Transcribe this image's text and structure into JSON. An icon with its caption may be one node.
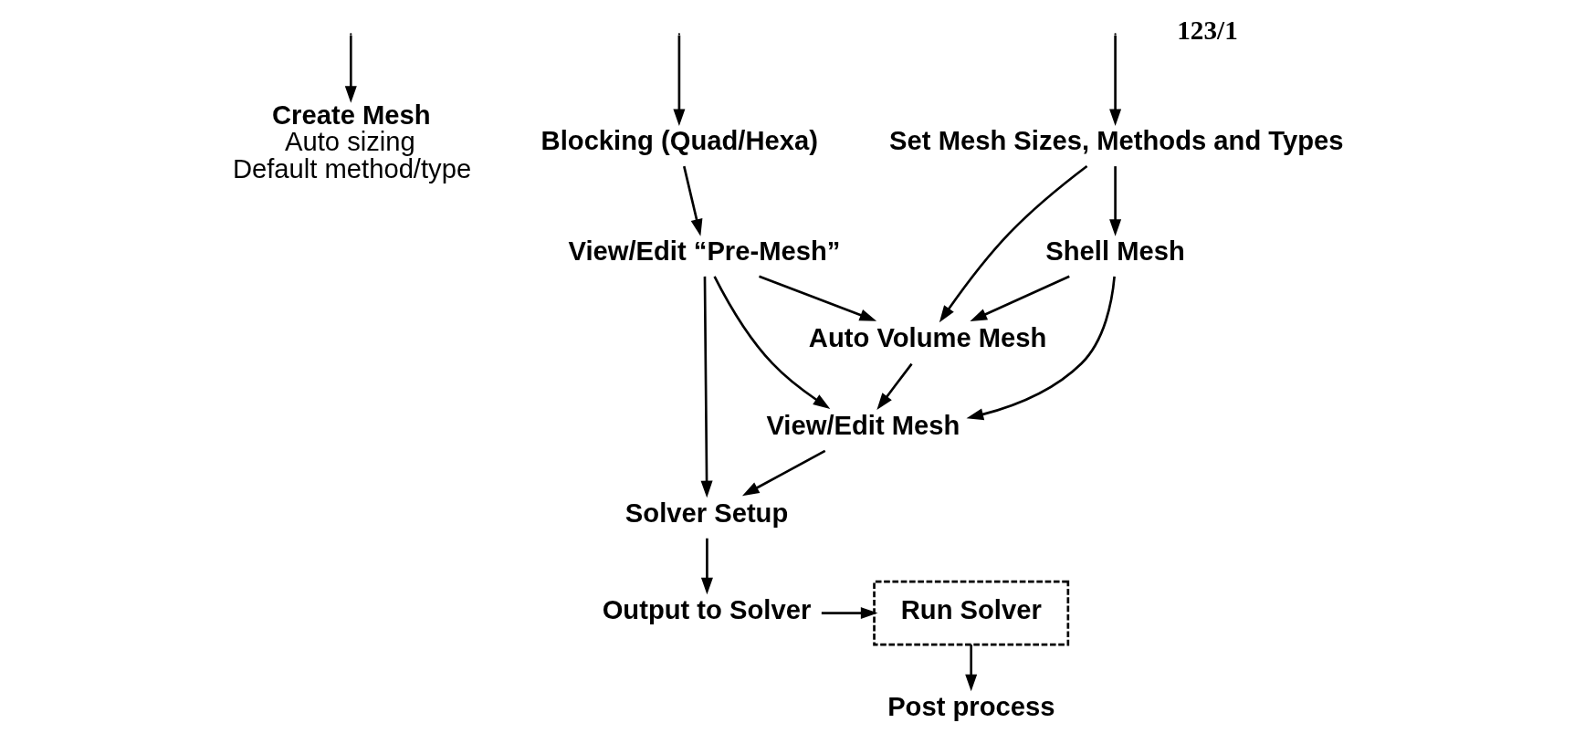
{
  "diagram": {
    "nodes": [
      {
        "text": [
          "Create Mesh",
          "Auto sizing",
          "Default method/type"
        ]
      },
      {
        "text": [
          "Set Mesh Sizes, Methods and Types"
        ]
      },
      {
        "text": [
          "Blocking (Quad/Hexa)"
        ]
      },
      {
        "text": [
          "View/Edit “Pre-Mesh”"
        ]
      },
      {
        "text": [
          "Shell Mesh"
        ]
      },
      {
        "text": [
          "Auto Volume Mesh"
        ]
      },
      {
        "text": [
          "View/Edit Mesh"
        ]
      },
      {
        "text": [
          "Solver Setup"
        ]
      },
      {
        "text": [
          "Output to Solver"
        ]
      },
      {
        "text": [
          "Run Solver"
        ]
      },
      {
        "text": [
          "Post process"
        ]
      }
    ],
    "edges": [
      {
        "from": null,
        "to": 0,
        "arrow": "to"
      },
      {
        "from": null,
        "to": 1,
        "arrow": "to"
      },
      {
        "from": null,
        "to": 2,
        "arrow": "to"
      },
      {
        "from": 1,
        "to": 4,
        "arrow": "to"
      },
      {
        "from": 1,
        "to": 5,
        "arrow": "to"
      },
      {
        "from": 2,
        "to": 3,
        "arrow": "to"
      },
      {
        "from": 4,
        "to": 5,
        "arrow": "to"
      },
      {
        "from": 4,
        "to": 6,
        "arrow": "to"
      },
      {
        "from": 3,
        "to": 5,
        "arrow": "to"
      },
      {
        "from": 3,
        "to": 6,
        "arrow": "to"
      },
      {
        "from": 3,
        "to": 7,
        "arrow": "to"
      },
      {
        "from": 5,
        "to": 6,
        "arrow": "to"
      },
      {
        "from": 6,
        "to": 7,
        "arrow": "to"
      },
      {
        "from": 7,
        "to": 8,
        "arrow": "to"
      },
      {
        "from": 8,
        "to": 9,
        "arrow": "to"
      },
      {
        "from": 9,
        "to": 10,
        "arrow": "to"
      }
    ],
    "labels": [
      "123/1"
    ]
  }
}
